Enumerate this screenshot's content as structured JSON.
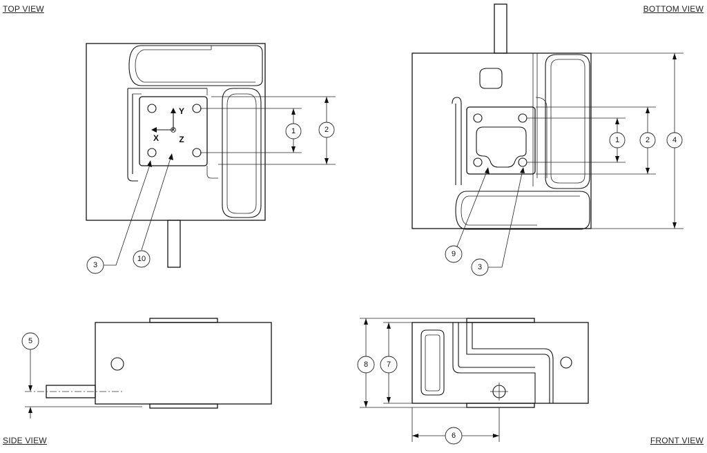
{
  "views": {
    "top": "TOP VIEW",
    "bottom": "BOTTOM VIEW",
    "side": "SIDE VIEW",
    "front": "FRONT VIEW"
  },
  "axes": {
    "x": "X",
    "y": "Y",
    "z": "Z"
  },
  "callouts": {
    "top_dim1": "1",
    "top_dim2": "2",
    "top_hole": "3",
    "top_plate": "10",
    "bottom_dim1": "1",
    "bottom_dim2": "2",
    "bottom_dim4": "4",
    "bottom_recess": "9",
    "bottom_hole": "3",
    "side_dim5": "5",
    "front_dim6": "6",
    "front_dim7": "7",
    "front_dim8": "8"
  }
}
